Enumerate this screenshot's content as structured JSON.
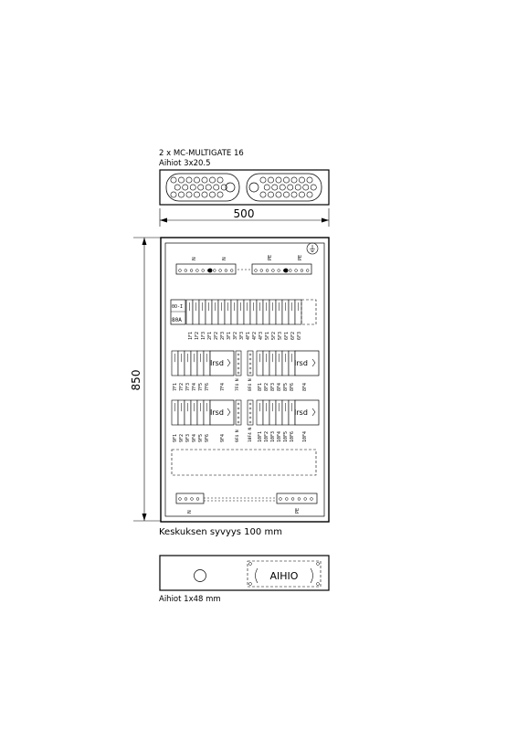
{
  "header": {
    "gland_plate_title": "2 x MC-MULTIGATE 16",
    "gland_plate_sub": "Aihiot 3x20.5"
  },
  "dimensions": {
    "width_label": "500",
    "height_label": "850"
  },
  "depth_note": "Keskuksen syvyys 100 mm",
  "bottom_plate": {
    "label": "AIHIO",
    "caption": "Aihiot 1x48 mm"
  },
  "cabinet": {
    "earth_symbol": "⏚",
    "terminal_top_left_labels": [
      "N",
      "N"
    ],
    "terminal_top_right_labels": [
      "PE",
      "PE"
    ],
    "terminal_bottom_left_label": "N",
    "terminal_bottom_right_label": "PE",
    "main_switch": {
      "top": "0O-I",
      "bottom": "80A"
    },
    "row1_labels": [
      "1F1",
      "1F2",
      "1F3",
      "2F1",
      "2F2",
      "2F3",
      "3F1",
      "3F2",
      "3F3",
      "4F1",
      "4F2",
      "4F3",
      "5F1",
      "5F2",
      "5F3",
      "6F1",
      "6F2",
      "6F3"
    ],
    "row2": {
      "left_labels": [
        "7F1",
        "7F2",
        "7F3",
        "7F4",
        "7F5",
        "7F6"
      ],
      "left_rcd": "Irsd",
      "left_tag": "7F4",
      "mid_tag_1": "7F4 N",
      "mid_tag_2": "8F4 N",
      "right_labels": [
        "8F1",
        "8F2",
        "8F3",
        "8F4",
        "8F5",
        "8F6"
      ],
      "right_rcd": "Irsd",
      "right_tag": "8F4"
    },
    "row3": {
      "left_labels": [
        "9F1",
        "9F2",
        "9F3",
        "9F4",
        "9F5",
        "9F6"
      ],
      "left_rcd": "Irsd",
      "left_tag": "9F4",
      "mid_tag_1": "9F4 N",
      "mid_tag_2": "10F4 N",
      "right_labels": [
        "10F1",
        "10F2",
        "10F3",
        "10F4",
        "10F5",
        "10F6"
      ],
      "right_rcd": "Irsd",
      "right_tag": "10F4"
    }
  }
}
